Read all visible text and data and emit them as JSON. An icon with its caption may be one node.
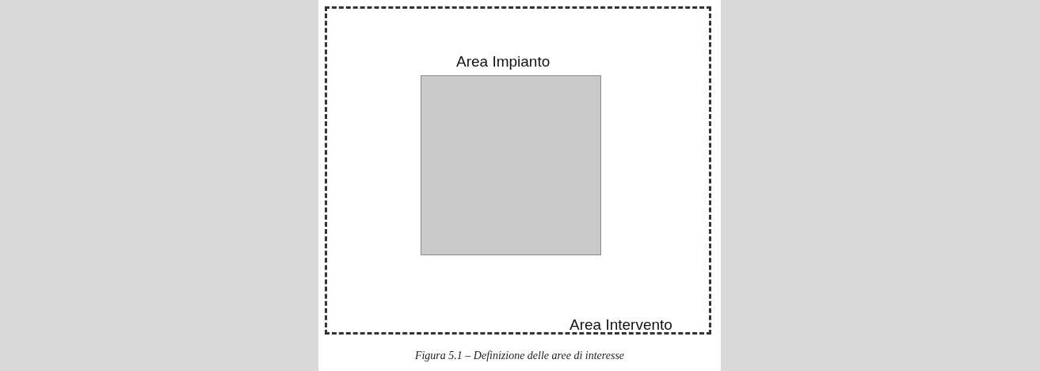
{
  "diagram": {
    "caption": "Figura 5.1 – Definizione delle aree di interesse",
    "nodes": [
      {
        "text": [
          "Area Intervento"
        ]
      },
      {
        "text": [
          "Area Impianto"
        ],
        "in": 0
      }
    ]
  }
}
